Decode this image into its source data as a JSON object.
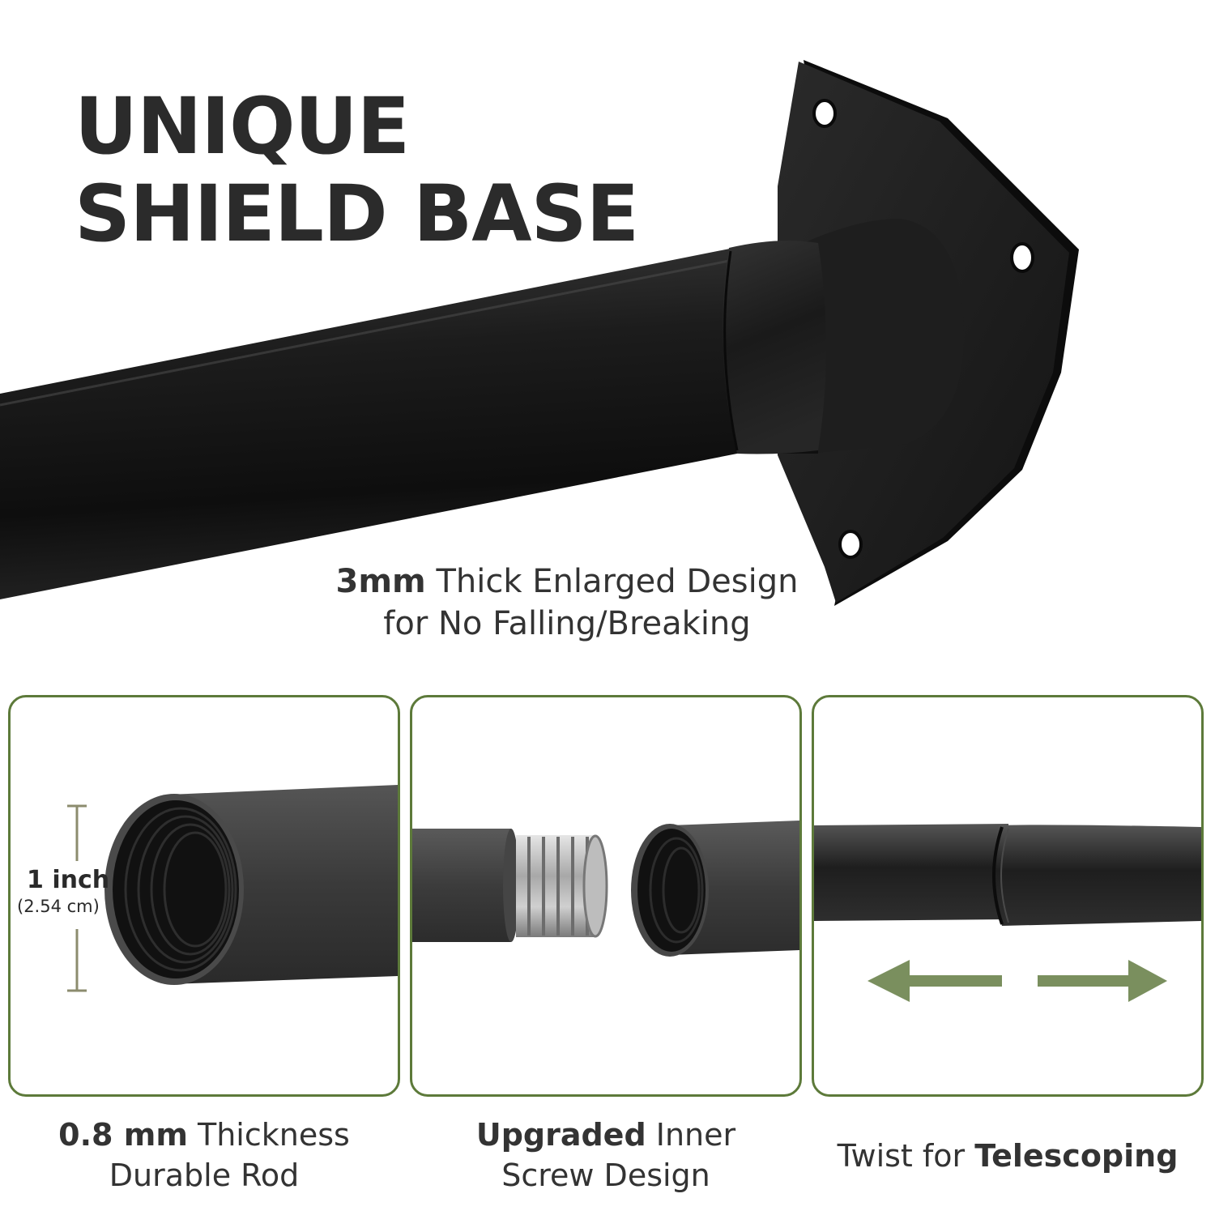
{
  "headline": {
    "line1": "UNIQUE",
    "line2": "SHIELD BASE"
  },
  "hero_caption": {
    "bold": "3mm",
    "rest_line1": " Thick Enlarged Design",
    "line2": "for No Falling/Breaking"
  },
  "panels": [
    {
      "caption_bold": "0.8 mm",
      "caption_rest_line1": " Thickness",
      "caption_line2": "Durable Rod",
      "dimension": {
        "label": "1 inch",
        "sub_label": "(2.54 cm)"
      }
    },
    {
      "caption_bold": "Upgraded",
      "caption_rest_line1": " Inner",
      "caption_line2": "Screw Design"
    },
    {
      "caption_prefix": "Twist for ",
      "caption_bold": "Telescoping"
    }
  ],
  "colors": {
    "accent_green": "#5d7a3a",
    "arrow_green": "#7a8f5e",
    "rod_black": "#1a1a1a",
    "headline_text": "#2b2b2b"
  },
  "icons": [
    "left-arrow-icon",
    "right-arrow-icon"
  ]
}
